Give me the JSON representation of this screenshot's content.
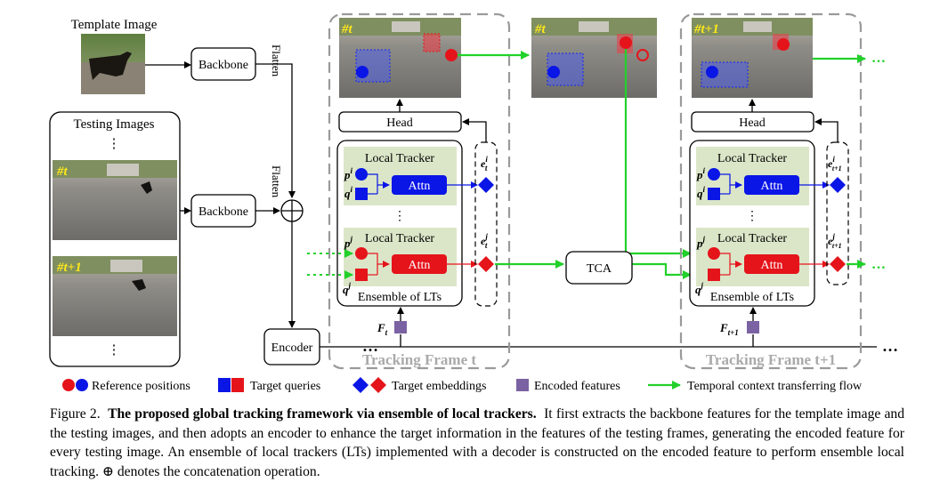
{
  "diagram": {
    "template_label": "Template Image",
    "testing_label": "Testing Images",
    "vdots": "⋮",
    "frame_t_label": "#t",
    "frame_t1_label": "#t+1",
    "backbone": "Backbone",
    "flatten": "Flatten",
    "encoder": "Encoder",
    "head": "Head",
    "local_tracker": "Local Tracker",
    "attn": "Attn",
    "ensemble": "Ensemble of LTs",
    "tca": "TCA",
    "tracking_frame_t": "Tracking Frame t",
    "tracking_frame_t1": "Tracking Frame t+1",
    "ellipsis": "…",
    "p_i": "p",
    "q_i": "q",
    "sup_i": "i",
    "sup_j": "j",
    "e_t": "e",
    "sub_t": "t",
    "sub_t1": "t+1",
    "F": "F",
    "colors": {
      "red": "#e5141b",
      "blue": "#0a16e6",
      "green": "#21d12a",
      "purple": "#7b62a3",
      "lt_bg": "#dbe6c8",
      "gray_dash": "#9a9a9a"
    }
  },
  "legend": {
    "reference": "Reference positions",
    "queries": "Target queries",
    "embeddings": "Target embeddings",
    "encoded": "Encoded features",
    "flow": "Temporal context transferring flow"
  },
  "caption": {
    "prefix": "Figure 2.",
    "bold": "The proposed global tracking framework via ensemble of local trackers.",
    "body": "It first extracts the backbone features for the template image and the testing images, and then adopts an encoder to enhance the target information in the features of the testing frames, generating the encoded feature for every testing image. An ensemble of local trackers (LTs) implemented with a decoder is constructed on the encoded feature to perform ensemble local tracking. ⊕ denotes the concatenation operation."
  }
}
